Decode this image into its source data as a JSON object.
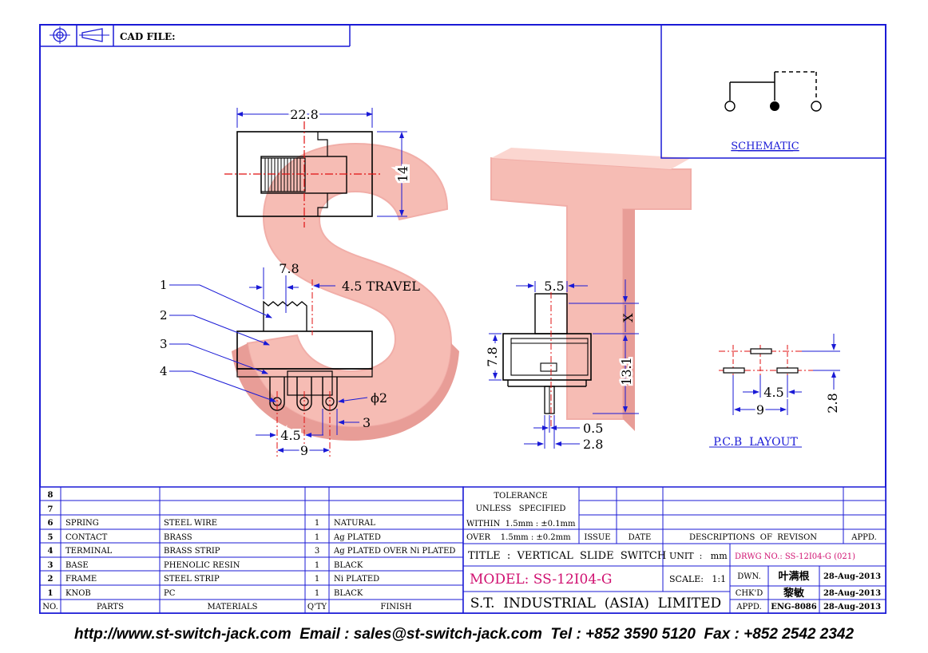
{
  "header": {
    "cad_file_label": "CAD FILE:"
  },
  "schematic": {
    "label": "SCHEMATIC"
  },
  "dimensions": {
    "top_width": "22.8",
    "top_height": "14",
    "knob_width": "7.8",
    "travel": "4.5 TRAVEL",
    "pin_hole": "ϕ2",
    "side_width": "5.5",
    "side_x": "X",
    "side_height": "13.1",
    "side_base": "7.8",
    "pin_thickness": "0.5",
    "pin_width": "2.8",
    "front_pitch": "4.5",
    "front_span": "9",
    "front_pin": "3",
    "pcb_pitch": "4.5",
    "pcb_span": "9",
    "pcb_height": "2.8"
  },
  "callouts": [
    "1",
    "2",
    "3",
    "4"
  ],
  "pcb_layout_label": "P.C.B  LAYOUT",
  "watermark": "ST",
  "bom": {
    "rows": [
      {
        "no": "8",
        "part": "",
        "material": "",
        "qty": "",
        "finish": ""
      },
      {
        "no": "7",
        "part": "",
        "material": "",
        "qty": "",
        "finish": ""
      },
      {
        "no": "6",
        "part": "SPRING",
        "material": "STEEL WIRE",
        "qty": "1",
        "finish": "NATURAL"
      },
      {
        "no": "5",
        "part": "CONTACT",
        "material": "BRASS",
        "qty": "1",
        "finish": "Ag PLATED"
      },
      {
        "no": "4",
        "part": "TERMINAL",
        "material": "BRASS STRIP",
        "qty": "3",
        "finish": "Ag PLATED OVER Ni PLATED"
      },
      {
        "no": "3",
        "part": "BASE",
        "material": "PHENOLIC RESIN",
        "qty": "1",
        "finish": "BLACK"
      },
      {
        "no": "2",
        "part": "FRAME",
        "material": "STEEL STRIP",
        "qty": "1",
        "finish": "Ni PLATED"
      },
      {
        "no": "1",
        "part": "KNOB",
        "material": "PC",
        "qty": "1",
        "finish": "BLACK"
      }
    ],
    "headers": {
      "no": "NO.",
      "part": "PARTS",
      "material": "MATERIALS",
      "qty": "Q'TY",
      "finish": "FINISH"
    }
  },
  "title_block": {
    "tolerance_line1": "TOLERANCE",
    "tolerance_line2": "UNLESS   SPECIFIED",
    "within": "WITHIN  1.5mm : ±0.1mm",
    "over": "OVER    1.5mm : ±0.2mm",
    "issue": "ISSUE",
    "date": "DATE",
    "descriptions": "DESCRIPTIONS  OF  REVISON",
    "appd_header": "APPD.",
    "title": "TITLE  :  VERTICAL  SLIDE  SWITCH",
    "unit": "UNIT  :   mm",
    "drwg_no": "DRWG NO.: SS-12I04-G (021)",
    "model": "MODEL: SS-12I04-G",
    "scale": "SCALE:   1:1",
    "dwn_label": "DWN.",
    "dwn_name": "叶满根",
    "dwn_date": "28-Aug-2013",
    "chkd_label": "CHK'D",
    "chkd_name": "黎敏",
    "chkd_date": "28-Aug-2013",
    "appd_label": "APPD.",
    "appd_name": "ENG-8086",
    "appd_date": "28-Aug-2013",
    "company": "S.T.  INDUSTRIAL  (ASIA)  LIMITED"
  },
  "footer": {
    "website": "http://www.st-switch-jack.com",
    "email": "Email : sales@st-switch-jack.com",
    "tel": "Tel : +852 3590 5120",
    "fax": "Fax : +852 2542 2342"
  },
  "colors": {
    "frame": "#1a1ad6",
    "dimension": "#1a1ad6",
    "centerline": "#e01010",
    "model_text": "#d01070",
    "watermark": "#f3a9a0"
  }
}
